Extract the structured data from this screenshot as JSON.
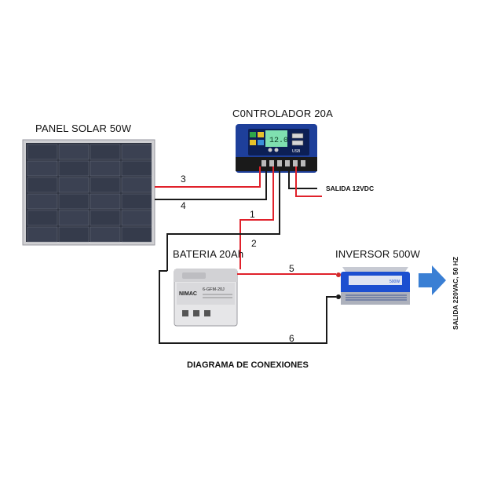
{
  "labels": {
    "panel": "PANEL SOLAR 50W",
    "controller": "C0NTROLADOR 20A",
    "battery": "BATERIA 20Ah",
    "inverter": "INVERSOR 500W",
    "dc_out": "SALIDA  12VDC",
    "ac_out": "SALIDA 220VAC, 50 HZ",
    "footer": "DIAGRAMA DE CONEXIONES"
  },
  "wires": [
    "1",
    "2",
    "3",
    "4",
    "5",
    "6"
  ],
  "device_text": {
    "battery_brand": "NIMAC",
    "battery_model": "6-GFM-20J",
    "controller_display": "12.0",
    "controller_usb": "USB",
    "inverter_power": "500W"
  },
  "colors": {
    "positive": "#e0212b",
    "negative": "#1a1a1a",
    "arrow": "#3a7fd4",
    "controller_body": "#1e3f9a",
    "inverter_body": "#1c4fd0"
  }
}
